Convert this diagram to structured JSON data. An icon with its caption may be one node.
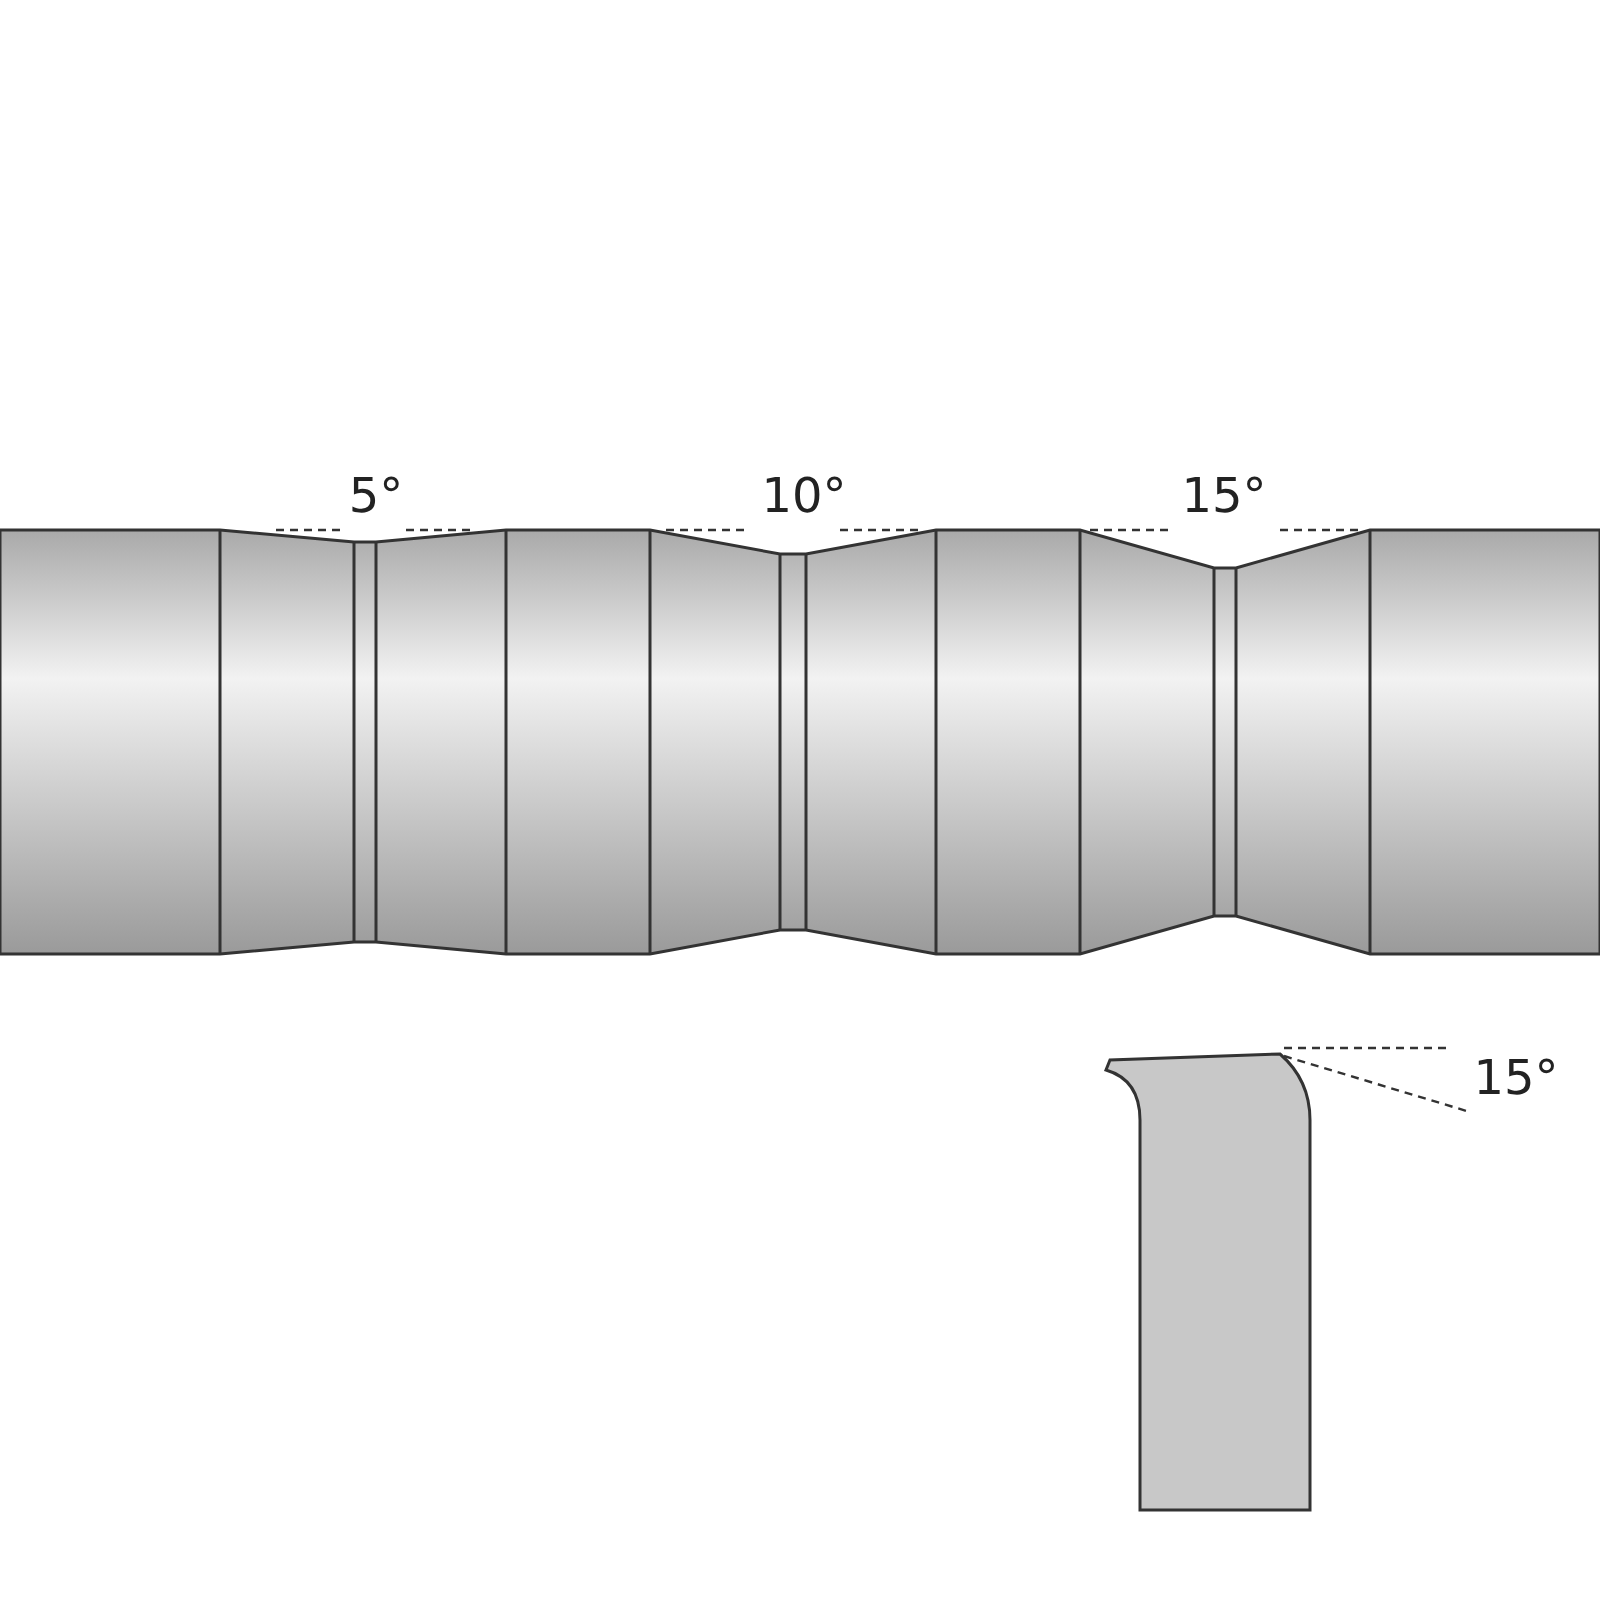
{
  "diagram": {
    "labels": [
      "5°",
      "10°",
      "15°",
      "15°"
    ]
  }
}
